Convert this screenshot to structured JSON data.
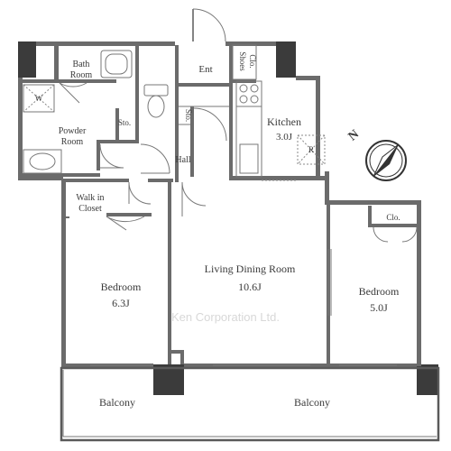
{
  "rooms": {
    "bath": [
      "Bath",
      "Room"
    ],
    "powder": [
      "Powder",
      "Room"
    ],
    "sto1": "Sto.",
    "sto2": "Sto.",
    "ent": "Ent",
    "shoes": [
      "Shoes",
      "Clo."
    ],
    "kitchen": "Kitchen",
    "kitchen_size": "3.0J",
    "r_mark": "R",
    "w_mark": "W",
    "hall": "Hall",
    "walkin": [
      "Walk in",
      "Closet"
    ],
    "bedroom1": "Bedroom",
    "bedroom1_size": "6.3J",
    "ldr": "Living Dining Room",
    "ldr_size": "10.6J",
    "bedroom2": "Bedroom",
    "bedroom2_size": "5.0J",
    "clo": "Clo.",
    "balcony1": "Balcony",
    "balcony2": "Balcony"
  },
  "compass": {
    "label": "N"
  },
  "watermark": "Ken Corporation Ltd.",
  "colors": {
    "wall": "#6b6b6b",
    "column": "#3b3b3b",
    "text": "#3a3a3a"
  }
}
